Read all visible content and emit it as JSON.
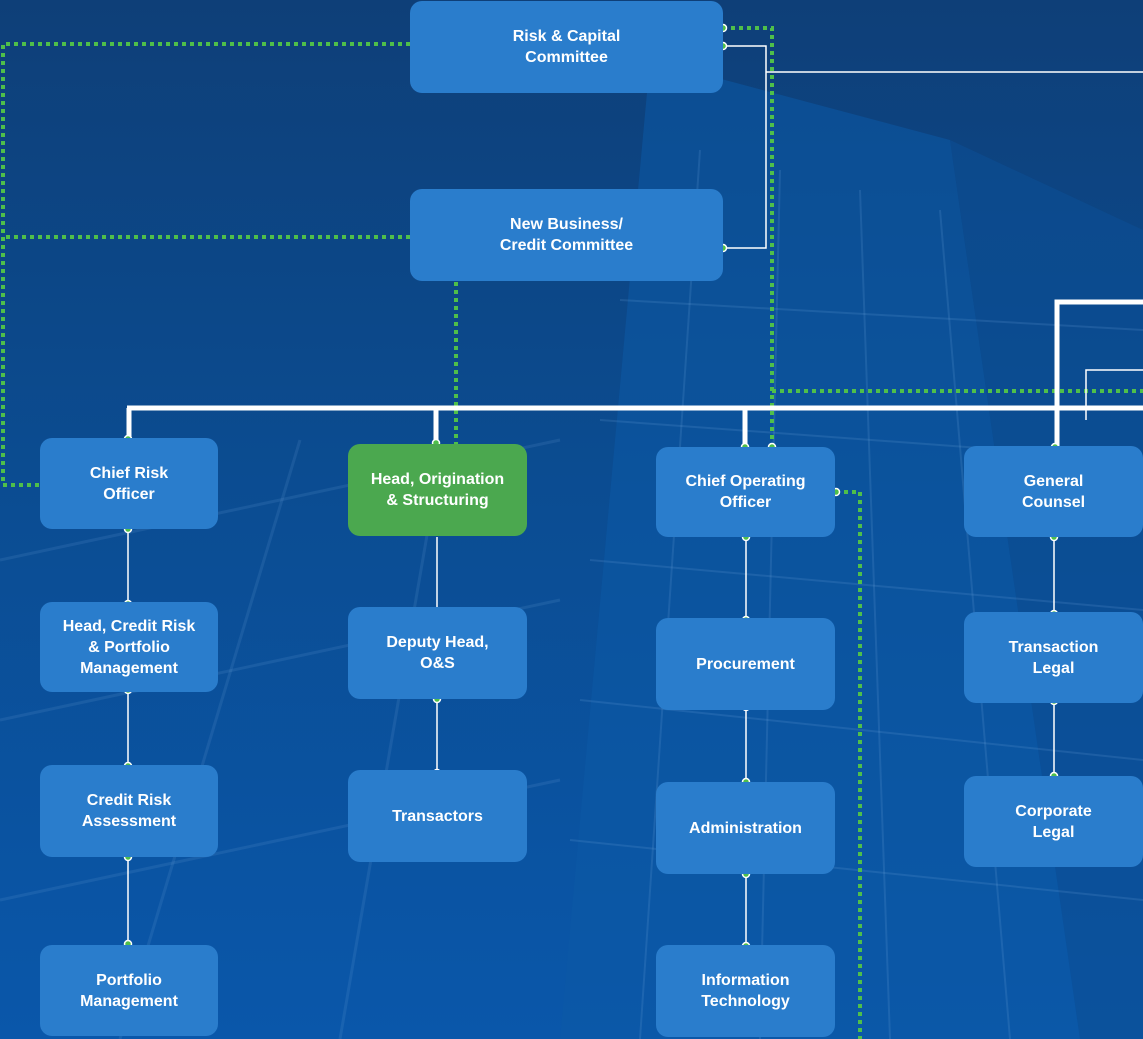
{
  "colors": {
    "box_blue": "#2a7dcc",
    "box_green": "#4ba84f",
    "background": "#0a4a8c",
    "solid_line": "#ffffff",
    "dotted_line": "#4fbf4a"
  },
  "committees": {
    "risk_capital": "Risk & Capital\nCommittee",
    "new_business": "New Business/\nCredit Committee"
  },
  "risk": {
    "chief": "Chief Risk\nOfficer",
    "credit_portfolio": "Head, Credit Risk\n& Portfolio\nManagement",
    "credit_assessment": "Credit Risk\nAssessment",
    "portfolio_management": "Portfolio\nManagement"
  },
  "origination": {
    "head": "Head, Origination\n& Structuring",
    "deputy": "Deputy Head,\nO&S",
    "transactors": "Transactors"
  },
  "operations": {
    "chief": "Chief Operating\nOfficer",
    "procurement": "Procurement",
    "administration": "Administration",
    "it": "Information\nTechnology"
  },
  "legal": {
    "general_counsel": "General\nCounsel",
    "transaction": "Transaction\nLegal",
    "corporate": "Corporate\nLegal"
  }
}
